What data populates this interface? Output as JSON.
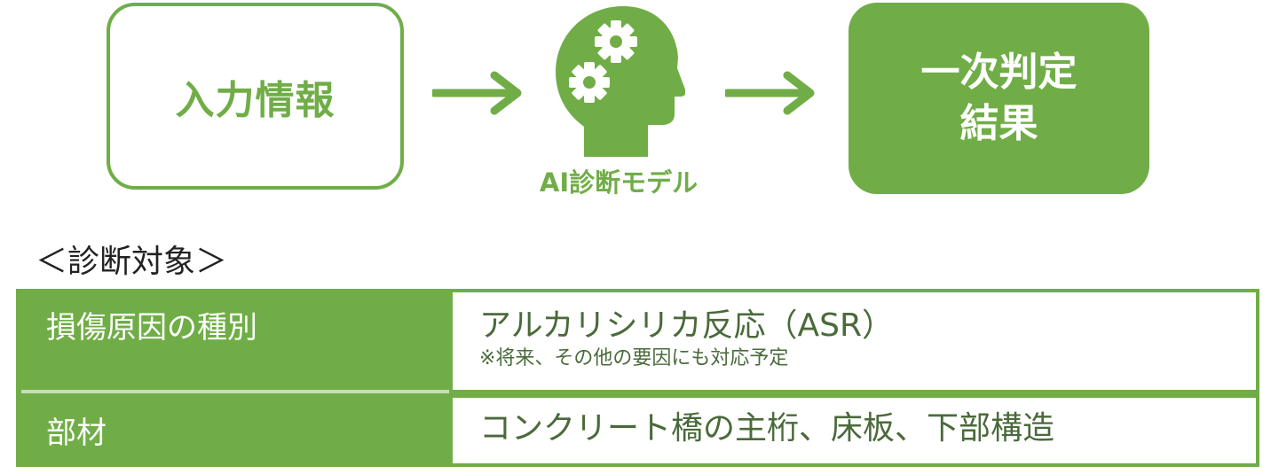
{
  "flow": {
    "input_label": "入力情報",
    "model_label": "AI診断モデル",
    "result_line1": "一次判定",
    "result_line2": "結果"
  },
  "target": {
    "heading": "＜診断対象＞",
    "rows": [
      {
        "label": "損傷原因の種別",
        "value": "アルカリシリカ反応（ASR）",
        "note": "※将来、その他の要因にも対応予定"
      },
      {
        "label": "部材",
        "value": "コンクリート橋の主桁、床板、下部構造"
      }
    ]
  },
  "colors": {
    "accent": "#70ad47",
    "text": "#222222",
    "value_text": "#4a6a3a"
  },
  "icons": {
    "arrow": "arrow-right-icon",
    "model": "ai-head-gears-icon"
  }
}
